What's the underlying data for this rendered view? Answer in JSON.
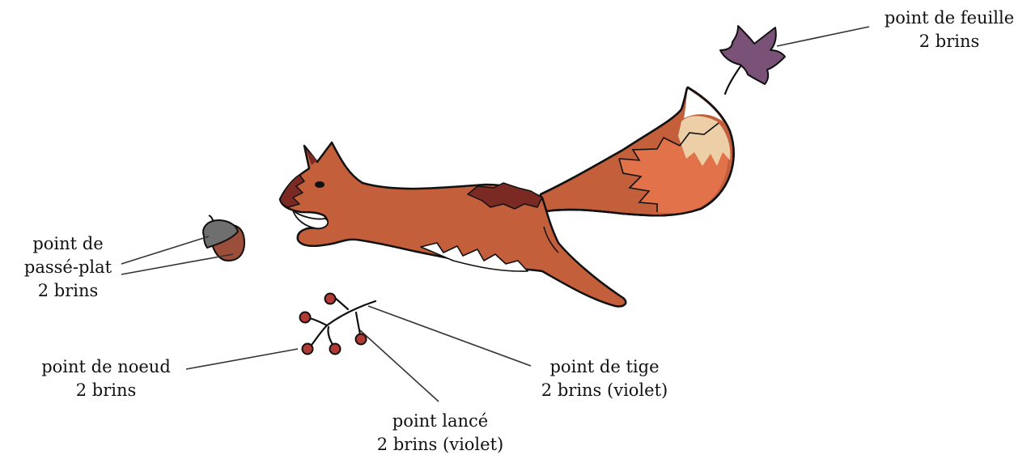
{
  "labels": {
    "feuille": {
      "line1": "point de feuille",
      "line2": "2 brins"
    },
    "passe_plat": {
      "line1": "point de",
      "line2": "passé-plat",
      "line3": "2 brins"
    },
    "noeud": {
      "line1": "point de noeud",
      "line2": "2 brins"
    },
    "tige": {
      "line1": "point de tige",
      "line2": "2 brins (violet)"
    },
    "lance": {
      "line1": "point lancé",
      "line2": "2 brins (violet)"
    }
  },
  "colors": {
    "squirrel_body": "#c45f3c",
    "squirrel_dark": "#7a2a22",
    "tail_orange": "#e2724a",
    "tail_cream": "#eccfa6",
    "leaf": "#7a5278",
    "acorn_cap": "#6f6f6f",
    "acorn_nut": "#9b4e3a",
    "berry": "#b23a35",
    "outline": "#111111",
    "leader_line": "#333333"
  },
  "icons": [
    "squirrel-illustration",
    "leaf-icon",
    "acorn-icon",
    "berries-icon"
  ]
}
